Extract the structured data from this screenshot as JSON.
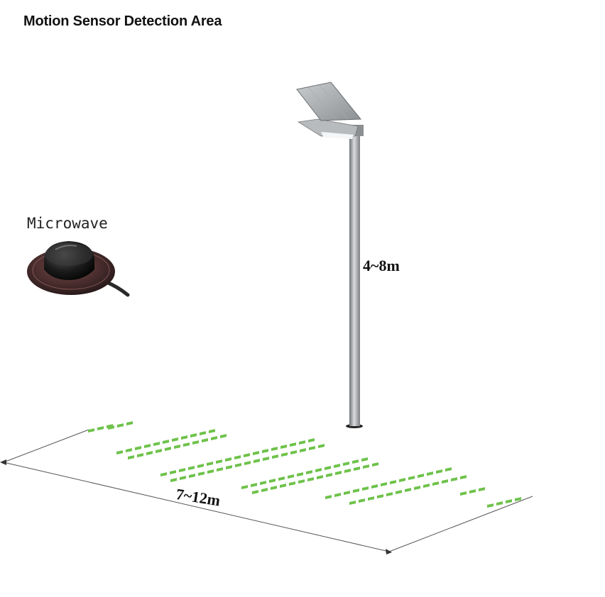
{
  "title": "Motion Sensor Detection Area",
  "sensor": {
    "label": "Microwave",
    "icon": "microwave-sensor-icon"
  },
  "dimensions": {
    "height": "4~8m",
    "width": "7~12m"
  },
  "colors": {
    "detection": "#6ec24a",
    "pole": "#9a9da0",
    "outline": "#555555"
  }
}
